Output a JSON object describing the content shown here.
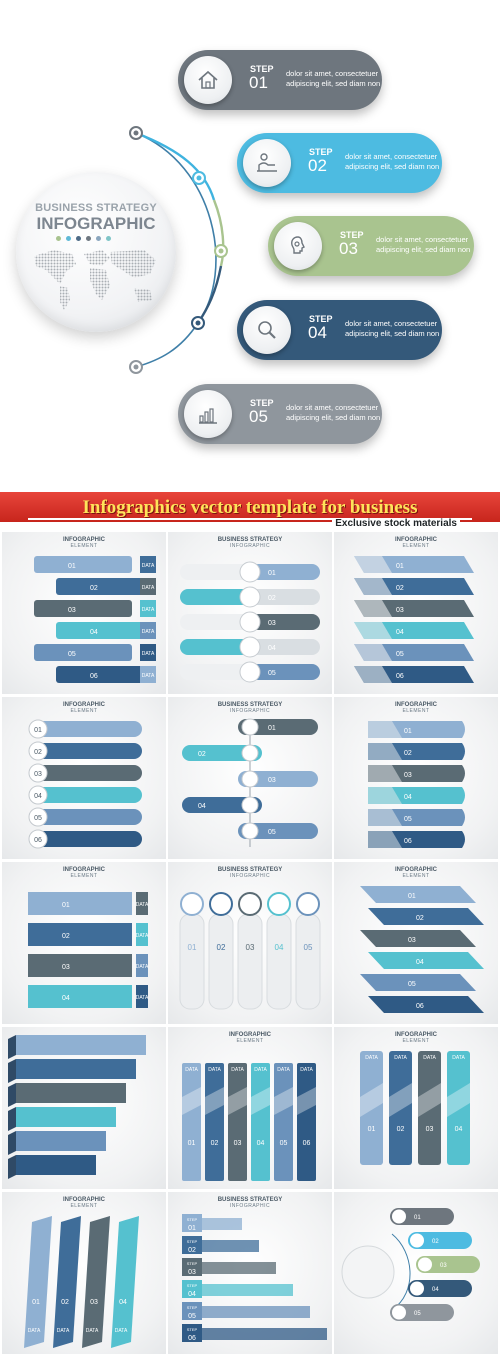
{
  "hero": {
    "globe": {
      "subtitle": "BUSINESS STRATEGY",
      "title": "INFOGRAPHIC",
      "dot_colors": [
        "#a8c38f",
        "#5fb9d6",
        "#4d6a86",
        "#6e7780",
        "#8aa6be",
        "#7fc5c7"
      ]
    },
    "steps": [
      {
        "label": "STEP",
        "number": "01",
        "text": "dolor sit amet, consectetuer adipiscing elit, sed diam non",
        "color": "#6e767e",
        "icon": "home-icon"
      },
      {
        "label": "STEP",
        "number": "02",
        "text": "dolor sit amet, consectetuer adipiscing elit, sed diam non",
        "color": "#4dbbe1",
        "icon": "person-desk-icon"
      },
      {
        "label": "STEP",
        "number": "03",
        "text": "dolor sit amet, consectetuer adipiscing elit, sed diam non",
        "color": "#a9c48f",
        "icon": "lightbulb-head-icon"
      },
      {
        "label": "STEP",
        "number": "04",
        "text": "dolor sit amet, consectetuer adipiscing elit, sed diam non",
        "color": "#34597a",
        "icon": "magnifier-icon"
      },
      {
        "label": "STEP",
        "number": "05",
        "text": "dolor sit amet, consectetuer adipiscing elit, sed diam non",
        "color": "#8f969d",
        "icon": "bar-chart-icon"
      }
    ]
  },
  "banner": {
    "title": "Infographics vector template for business",
    "subtitle": "Exclusive stock materials"
  },
  "palette": [
    "#8fb0d2",
    "#3f6d99",
    "#5a6b74",
    "#55c1cf",
    "#6b92bb",
    "#2f5a85"
  ],
  "thumbnails": [
    {
      "t1": "INFOGRAPHIC",
      "t2": "ELEMENT",
      "style": "ribbons-zigzag",
      "numbers": [
        "01",
        "02",
        "03",
        "04",
        "05",
        "06"
      ],
      "tag": "DATA"
    },
    {
      "t1": "BUSINESS STRATEGY",
      "t2": "INFOGRAPHIC",
      "style": "circles-center",
      "numbers": [
        "01",
        "02",
        "03",
        "04",
        "05"
      ],
      "tag": ""
    },
    {
      "t1": "INFOGRAPHIC",
      "t2": "ELEMENT",
      "style": "slanted-bars",
      "numbers": [
        "01",
        "02",
        "03",
        "04",
        "05",
        "06"
      ],
      "tag": ""
    },
    {
      "t1": "INFOGRAPHIC",
      "t2": "ELEMENT",
      "style": "pill-list",
      "numbers": [
        "01",
        "02",
        "03",
        "04",
        "05",
        "06"
      ],
      "tag": ""
    },
    {
      "t1": "BUSINESS STRATEGY",
      "t2": "INFOGRAPHIC",
      "style": "timeline-center",
      "numbers": [
        "01",
        "02",
        "03",
        "04",
        "05"
      ],
      "tag": ""
    },
    {
      "t1": "INFOGRAPHIC",
      "t2": "ELEMENT",
      "style": "tabs-right",
      "numbers": [
        "01",
        "02",
        "03",
        "04",
        "05",
        "06"
      ],
      "tag": ""
    },
    {
      "t1": "INFOGRAPHIC",
      "t2": "ELEMENT",
      "style": "ribbons-data",
      "numbers": [
        "01",
        "02",
        "03",
        "04"
      ],
      "tag": "DATA"
    },
    {
      "t1": "BUSINESS STRATEGY",
      "t2": "INFOGRAPHIC",
      "style": "icon-columns",
      "numbers": [
        "01",
        "02",
        "03",
        "04",
        "05"
      ],
      "tag": ""
    },
    {
      "t1": "INFOGRAPHIC",
      "t2": "ELEMENT",
      "style": "parallelograms",
      "numbers": [
        "01",
        "02",
        "03",
        "04",
        "05",
        "06"
      ],
      "tag": ""
    },
    {
      "t1": "",
      "t2": "",
      "style": "stair-3d",
      "numbers": [],
      "tag": ""
    },
    {
      "t1": "INFOGRAPHIC",
      "t2": "ELEMENT",
      "style": "columns-6",
      "numbers": [
        "01",
        "02",
        "03",
        "04",
        "05",
        "06"
      ],
      "tag": "DATA"
    },
    {
      "t1": "INFOGRAPHIC",
      "t2": "ELEMENT",
      "style": "columns-4",
      "numbers": [
        "01",
        "02",
        "03",
        "04"
      ],
      "tag": "DATA"
    },
    {
      "t1": "INFOGRAPHIC",
      "t2": "ELEMENT",
      "style": "slanted-columns",
      "numbers": [
        "01",
        "02",
        "03",
        "04"
      ],
      "tag": "DATA"
    },
    {
      "t1": "BUSINESS STRATEGY",
      "t2": "INFOGRAPHIC",
      "style": "step-bars",
      "numbers": [
        "01",
        "02",
        "03",
        "04",
        "05",
        "06"
      ],
      "tag": "STEP"
    },
    {
      "t1": "",
      "t2": "",
      "style": "mini-hero",
      "numbers": [
        "01",
        "02",
        "03",
        "04",
        "05"
      ],
      "tag": ""
    }
  ]
}
